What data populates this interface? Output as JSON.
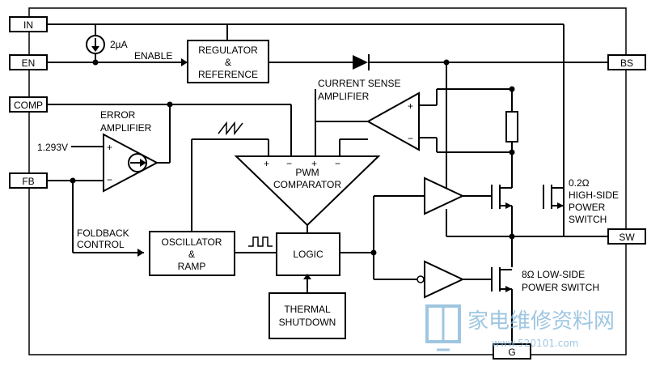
{
  "pins": {
    "in": "IN",
    "en": "EN",
    "comp": "COMP",
    "fb": "FB",
    "bs": "BS",
    "sw": "SW",
    "g": "G"
  },
  "labels": {
    "current_source": "2µA",
    "enable": "ENABLE",
    "regulator_line1": "REGULATOR",
    "regulator_line2": "&",
    "regulator_line3": "REFERENCE",
    "current_sense_line1": "CURRENT SENSE",
    "current_sense_line2": "AMPLIFIER",
    "error_amp_line1": "ERROR",
    "error_amp_line2": "AMPLIFIER",
    "vref": "1.293V",
    "pwm_line1": "PWM",
    "pwm_line2": "COMPARATOR",
    "foldback_line1": "FOLDBACK",
    "foldback_line2": "CONTROL",
    "oscillator_line1": "OSCILLATOR",
    "oscillator_line2": "&",
    "oscillator_line3": "RAMP",
    "logic": "LOGIC",
    "thermal_line1": "THERMAL",
    "thermal_line2": "SHUTDOWN",
    "high_side_line1": "0.2Ω",
    "high_side_line2": "HIGH-SIDE",
    "high_side_line3": "POWER",
    "high_side_line4": "SWITCH",
    "low_side_line1": "8Ω LOW-SIDE",
    "low_side_line2": "POWER SWITCH",
    "plus": "+",
    "minus": "−"
  },
  "watermark": {
    "text": "家电维修资料网",
    "url": "www.520101.com",
    "color": "#7fb3d8"
  }
}
